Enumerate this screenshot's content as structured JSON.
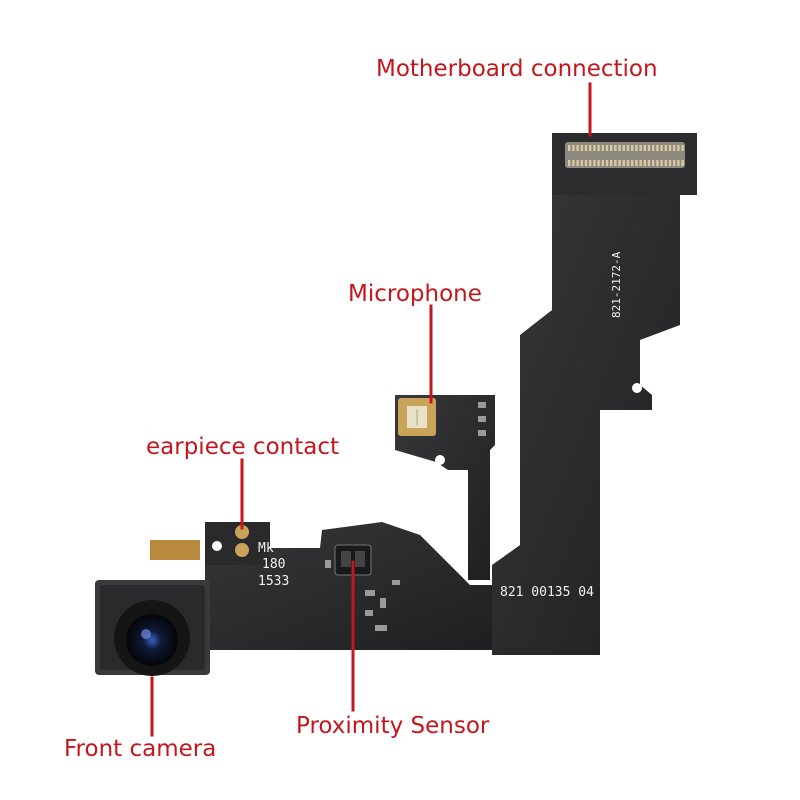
{
  "labels": {
    "motherboard_connection": "Motherboard connection",
    "microphone": "Microphone",
    "earpiece_contact": "earpiece contact",
    "proximity_sensor": "Proximity Sensor",
    "front_camera": "Front camera"
  },
  "pcb_markings": {
    "part_number_vertical": "821-2172-A",
    "part_number_bottom": "821 00135 04",
    "stamp_line1": "Mk",
    "stamp_line2": "180",
    "stamp_line3": "1533"
  },
  "colors": {
    "label_red": "#c4161c",
    "flex_cable": "#2a2a2c",
    "background": "#ffffff",
    "gold_contact": "#c9a35a"
  }
}
